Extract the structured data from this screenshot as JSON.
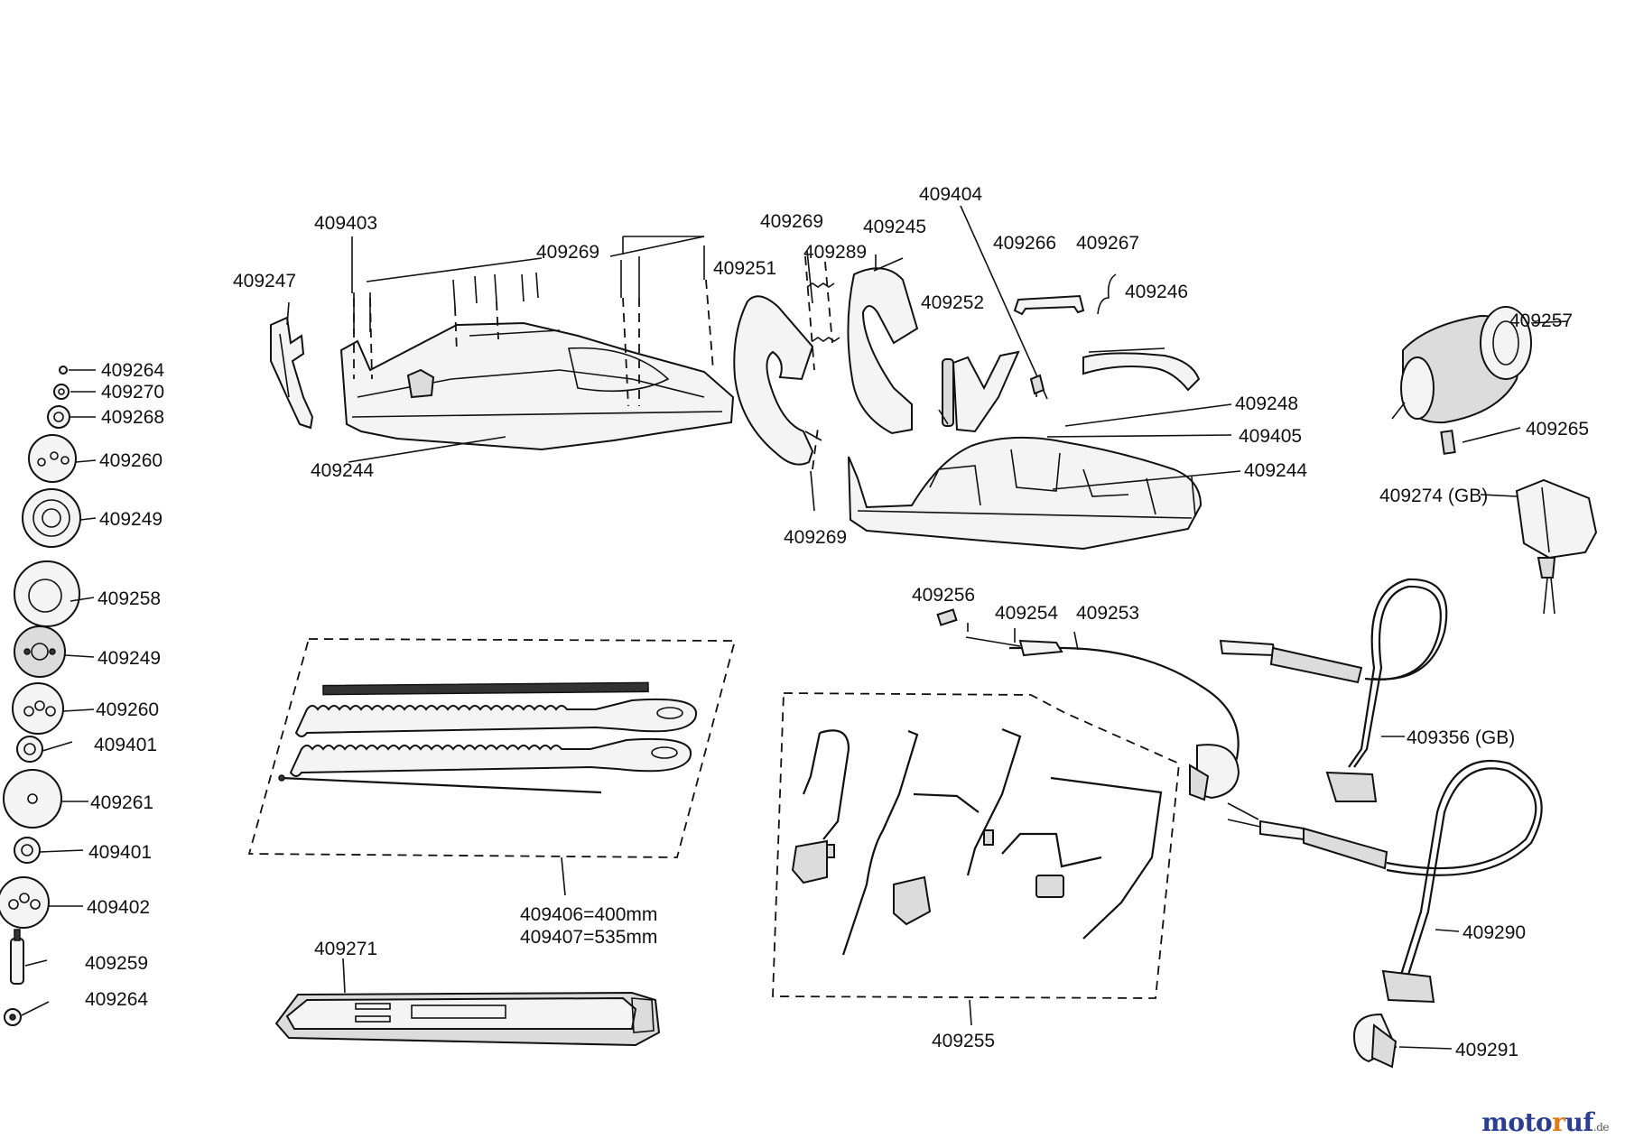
{
  "labels": {
    "l409403": "409403",
    "l409269a": "409269",
    "l409247": "409247",
    "l409244a": "409244",
    "l409269b": "409269",
    "l409289": "409289",
    "l409245": "409245",
    "l409251": "409251",
    "l409404": "409404",
    "l409266": "409266",
    "l409267": "409267",
    "l409252": "409252",
    "l409246": "409246",
    "l409257": "409257",
    "l409248": "409248",
    "l409405": "409405",
    "l409244b": "409244",
    "l409265": "409265",
    "l409269c": "409269",
    "l409274": "409274 (GB)",
    "l409256": "409256",
    "l409254": "409254",
    "l409253": "409253",
    "l409356": "409356 (GB)",
    "l409290": "409290",
    "l409291": "409291",
    "l409406": "409406=400mm",
    "l409407": "409407=535mm",
    "l409271": "409271",
    "l409255": "409255",
    "left": [
      "409264",
      "409270",
      "409268",
      "409260",
      "409249",
      "409258",
      "409249",
      "409260",
      "409401",
      "409261",
      "409401",
      "409402",
      "409259",
      "409264"
    ]
  },
  "logo": {
    "part1": "moto",
    "part2": "r",
    "part3": "uf",
    "tld": ".de"
  }
}
